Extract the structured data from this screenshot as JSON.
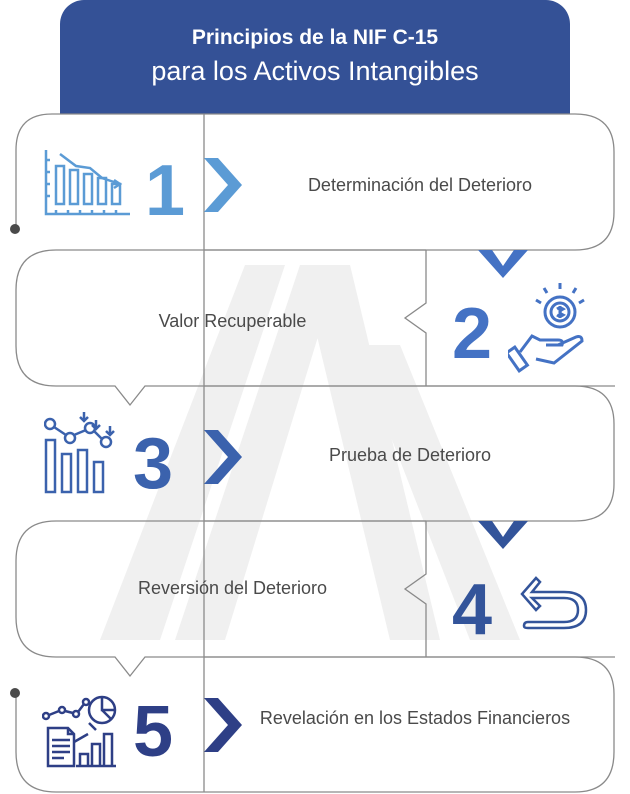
{
  "header": {
    "title_bold": "Principios de la NIF C-15",
    "title_regular": "para los Activos Intangibles",
    "background": "#345196"
  },
  "colors": {
    "step1": "#5b9bd5",
    "step2": "#4472c4",
    "step3": "#3b62ad",
    "step4": "#33549a",
    "step5": "#2e3f86",
    "border": "#8a8a8a",
    "text": "#4a4a4a",
    "watermark": "#f0f0f0"
  },
  "steps": [
    {
      "number": "1",
      "label": "Determinación del Deterioro",
      "icon": "declining-bar-chart-icon"
    },
    {
      "number": "2",
      "label": "Valor Recuperable",
      "icon": "hand-holding-coin-icon"
    },
    {
      "number": "3",
      "label": "Prueba de Deterioro",
      "icon": "chart-with-down-arrows-icon"
    },
    {
      "number": "4",
      "label": "Reversión del Deterioro",
      "icon": "return-arrow-icon"
    },
    {
      "number": "5",
      "label": "Revelación en los Estados Financieros",
      "icon": "report-analytics-icon"
    }
  ]
}
